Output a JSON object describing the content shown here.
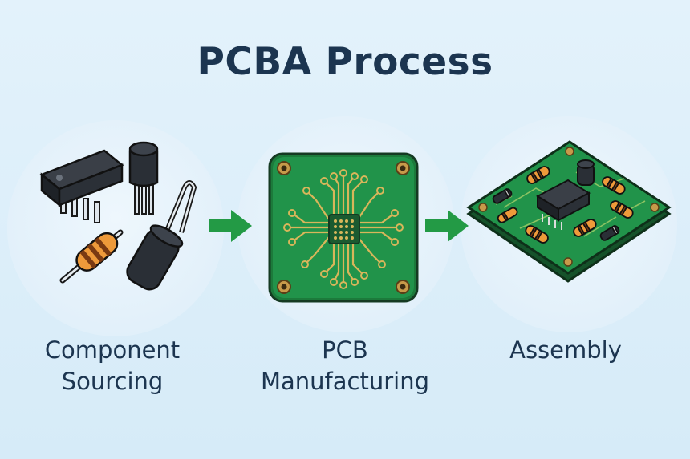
{
  "title": "PCBA Process",
  "stages": [
    {
      "label_lines": [
        "Component",
        "Sourcing"
      ],
      "icon": "electronic-components-icon"
    },
    {
      "label_lines": [
        "PCB",
        "Manufacturing"
      ],
      "icon": "circuit-board-icon"
    },
    {
      "label_lines": [
        "Assembly"
      ],
      "icon": "assembled-board-icon"
    }
  ],
  "colors": {
    "title": "#1c3550",
    "arrow": "#239a45",
    "board": "#1f9146",
    "trace": "#d8b65a"
  }
}
